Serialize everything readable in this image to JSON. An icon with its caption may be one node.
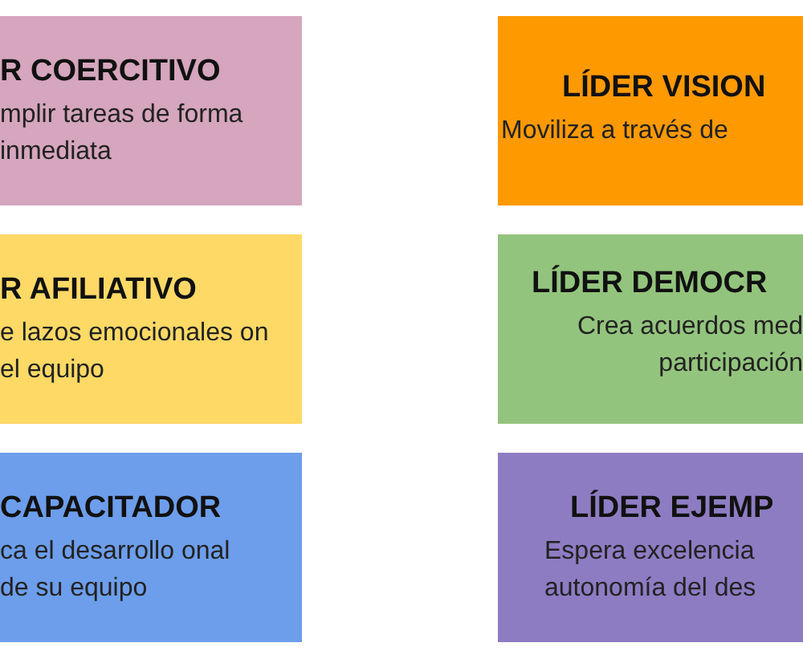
{
  "diagram": {
    "nodes": [
      {
        "text": [
          "R COERCITIVO",
          "mplir tareas de forma inmediata"
        ]
      },
      {
        "text": [
          "R AFILIATIVO",
          "e lazos emocionales on el equipo"
        ]
      },
      {
        "text": [
          "CAPACITADOR",
          "ca el desarrollo onal de su equipo"
        ]
      },
      {
        "text": [
          "LÍDER VISION",
          "Moviliza a través de"
        ]
      },
      {
        "text": [
          "LÍDER DEMOCR",
          "Crea acuerdos med participación"
        ]
      },
      {
        "text": [
          "LÍDER EJEMP",
          "Espera excelencia autonomía del des"
        ]
      }
    ],
    "edges": []
  }
}
